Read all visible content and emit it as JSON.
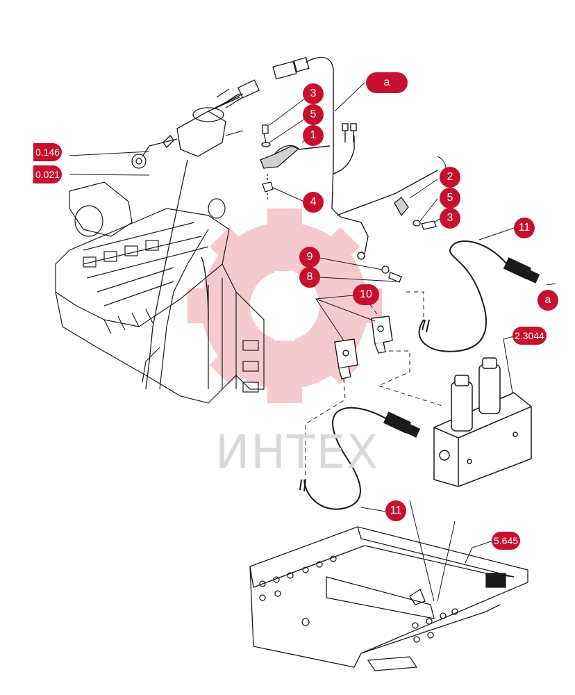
{
  "colors": {
    "callout": "#c8102e",
    "line": "#1a1a1a",
    "watermark": "#f2b8bd",
    "watermark_text": "#d9d9d9"
  },
  "watermark": {
    "text": "ИНТЕХ",
    "icon": "gear-logo"
  },
  "callouts": {
    "a_top": "a",
    "a_right": "a",
    "c1": "1",
    "c2": "2",
    "c3_top": "3",
    "c3_right": "3",
    "c4": "4",
    "c5_top": "5",
    "c5_right": "5",
    "c8": "8",
    "c9": "9",
    "c10": "10",
    "c11_top": "11",
    "c11_bottom": "11"
  },
  "references": {
    "r0146": "0.146",
    "r0021": "0.021",
    "r2304": "2.3044",
    "r5645": "5.645"
  }
}
